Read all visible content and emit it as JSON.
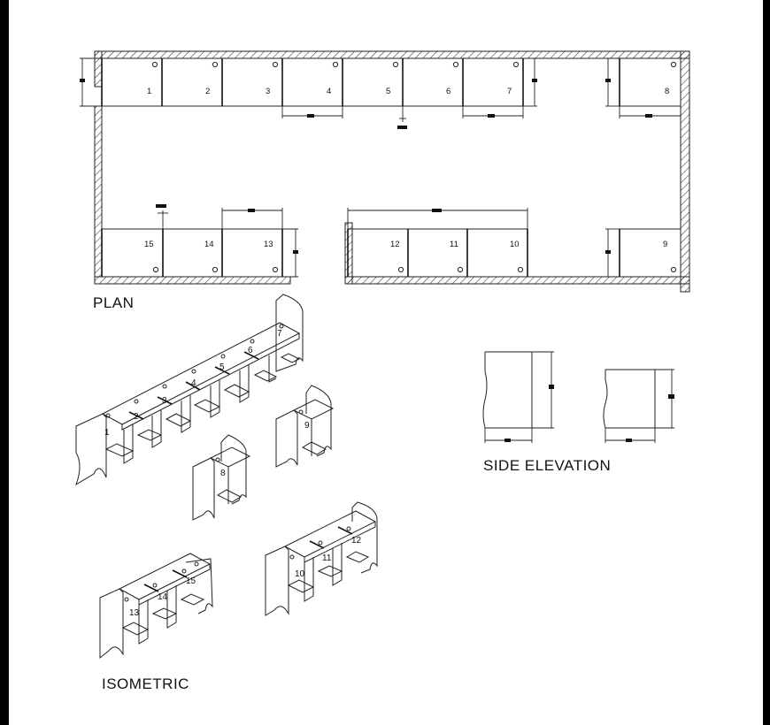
{
  "labels": {
    "plan": "PLAN",
    "side_elevation": "SIDE ELEVATION",
    "isometric": "ISOMETRIC"
  },
  "plan": {
    "top_row": [
      "1",
      "2",
      "3",
      "4",
      "5",
      "6",
      "7",
      "8"
    ],
    "bottom_row": [
      "15",
      "14",
      "13",
      "12",
      "11",
      "10",
      "9"
    ]
  },
  "isometric": {
    "row_a": [
      "1",
      "2",
      "3",
      "4",
      "5",
      "6",
      "7"
    ],
    "single_8": "8",
    "single_9": "9",
    "row_b": [
      "10",
      "11",
      "12"
    ],
    "row_c": [
      "13",
      "14",
      "15"
    ]
  },
  "colors": {
    "background": "#000000",
    "sheet": "#ffffff",
    "ink": "#222222"
  }
}
